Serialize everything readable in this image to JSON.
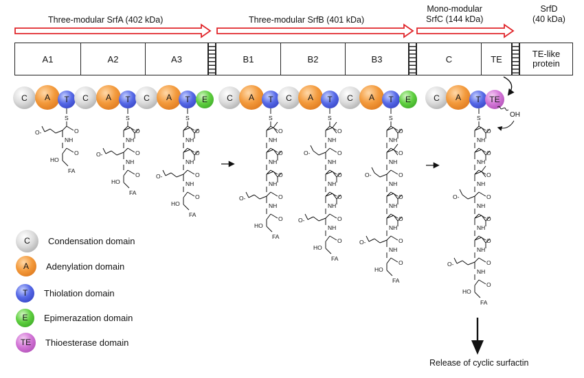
{
  "headers": {
    "srfA": "Three-modular SrfA (402 kDa)",
    "srfB": "Three-modular SrfB (401 kDa)",
    "srfC_line1": "Mono-modular",
    "srfC_line2": "SrfC (144 kDa)",
    "srfD_line1": "SrfD",
    "srfD_line2": "(40 kDa)"
  },
  "modules": {
    "A1": "A1",
    "A2": "A2",
    "A3": "A3",
    "B1": "B1",
    "B2": "B2",
    "B3": "B3",
    "C": "C",
    "TE": "TE",
    "TE_like_line1": "TE-like",
    "TE_like_line2": "protein"
  },
  "domain_letters": {
    "C": "C",
    "A": "A",
    "T": "T",
    "E": "E",
    "TE": "TE"
  },
  "chem": {
    "S": "S",
    "NH": "NH",
    "O": "O",
    "HO": "HO",
    "FA": "FA",
    "OH": "OH",
    "neg": "-"
  },
  "legend": [
    {
      "letter": "C",
      "label": "Condensation domain",
      "color": "#b9b9b9"
    },
    {
      "letter": "A",
      "label": "Adenylation domain",
      "color": "#f08a2a"
    },
    {
      "letter": "T",
      "label": "Thiolation domain",
      "color": "#4556d8"
    },
    {
      "letter": "E",
      "label": "Epimerazation domain",
      "color": "#4fc033"
    },
    {
      "letter": "TE",
      "label": "Thioesterase domain",
      "color": "#c35fc8"
    }
  ],
  "release_label": "Release of cyclic surfactin",
  "colors": {
    "arrow_outline": "#e0252a",
    "bar_outline": "#222222"
  }
}
